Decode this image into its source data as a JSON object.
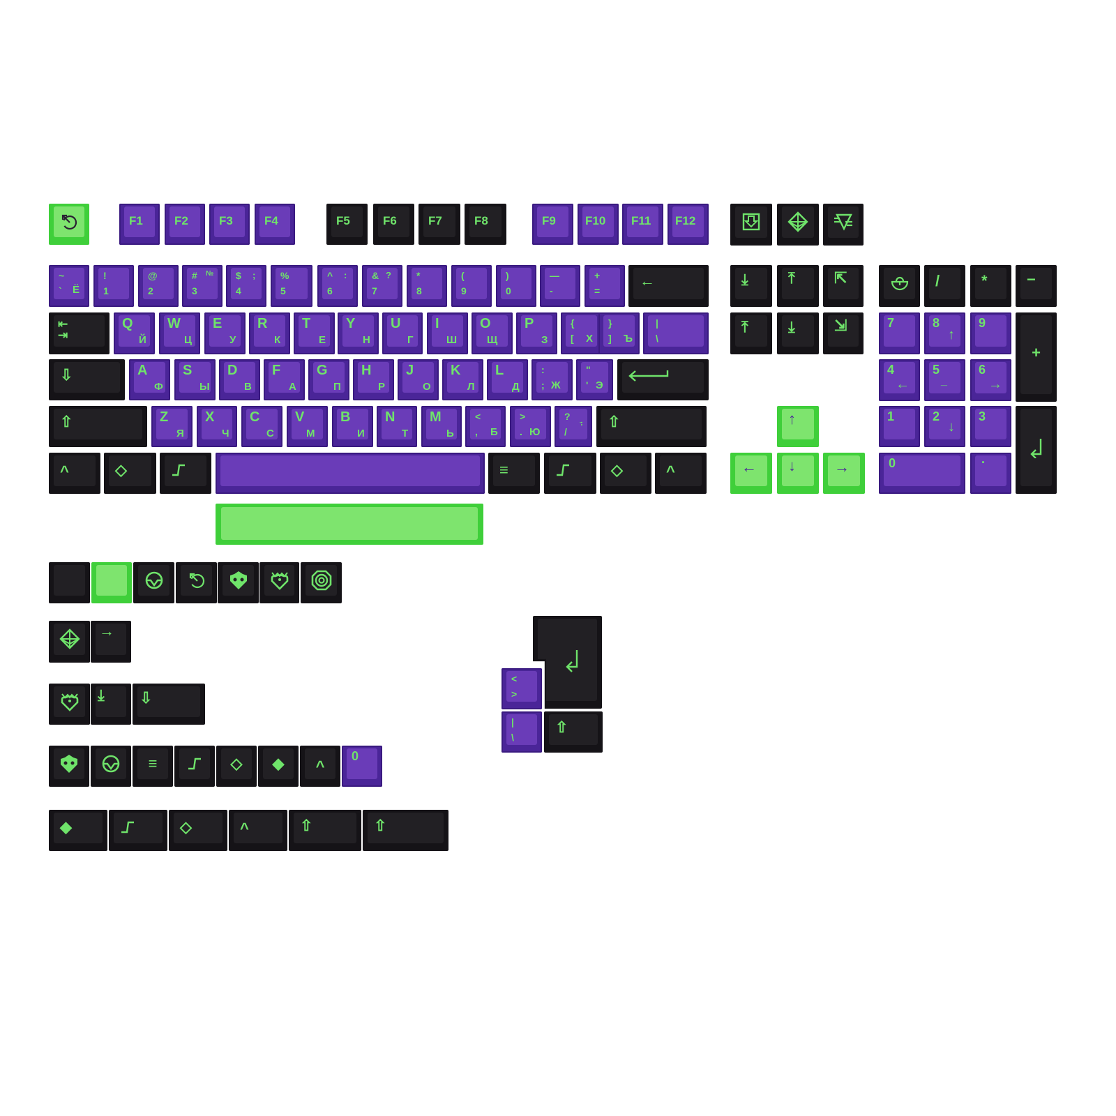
{
  "colors": {
    "purple_base": "#4a2598",
    "purple_top": "#6a3cb8",
    "black_base": "#151317",
    "black_top": "#222024",
    "green_base": "#3fcf3a",
    "green_top": "#7ee46e",
    "legend_green": "#6fe36a",
    "background": "#ffffff"
  },
  "function_row": {
    "esc": {
      "icon": "clock-arrow-icon"
    },
    "f_keys": [
      "F1",
      "F2",
      "F3",
      "F4",
      "F5",
      "F6",
      "F7",
      "F8",
      "F9",
      "F10",
      "F11",
      "F12"
    ],
    "nav_icons": [
      "print-screen-download-icon",
      "octahedron-icon",
      "pause-triangle-icon"
    ]
  },
  "number_row": [
    {
      "tl": "~",
      "tr": "",
      "bl": "`",
      "br": "Ё"
    },
    {
      "tl": "!",
      "tr": "",
      "bl": "1",
      "br": ""
    },
    {
      "tl": "@",
      "tr": "",
      "bl": "2",
      "br": ""
    },
    {
      "tl": "#",
      "tr": "№",
      "bl": "3",
      "br": ""
    },
    {
      "tl": "$",
      "tr": ";",
      "bl": "4",
      "br": ""
    },
    {
      "tl": "%",
      "tr": "",
      "bl": "5",
      "br": ""
    },
    {
      "tl": "^",
      "tr": ":",
      "bl": "6",
      "br": ""
    },
    {
      "tl": "&",
      "tr": "?",
      "bl": "7",
      "br": ""
    },
    {
      "tl": "*",
      "tr": "",
      "bl": "8",
      "br": ""
    },
    {
      "tl": "(",
      "tr": "",
      "bl": "9",
      "br": ""
    },
    {
      "tl": ")",
      "tr": "",
      "bl": "0",
      "br": ""
    },
    {
      "tl": "—",
      "tr": "",
      "bl": "-",
      "br": ""
    },
    {
      "tl": "+",
      "tr": "",
      "bl": "=",
      "br": ""
    }
  ],
  "backspace": {
    "icon": "←"
  },
  "tab": {
    "icon_top": "⇤",
    "icon_bottom": "⇥"
  },
  "qwerty_row": [
    {
      "latin": "Q",
      "cyr": "Й"
    },
    {
      "latin": "W",
      "cyr": "Ц"
    },
    {
      "latin": "E",
      "cyr": "У"
    },
    {
      "latin": "R",
      "cyr": "К"
    },
    {
      "latin": "T",
      "cyr": "Е"
    },
    {
      "latin": "Y",
      "cyr": "Н"
    },
    {
      "latin": "U",
      "cyr": "Г"
    },
    {
      "latin": "I",
      "cyr": "Ш"
    },
    {
      "latin": "O",
      "cyr": "Щ"
    },
    {
      "latin": "P",
      "cyr": "З"
    },
    {
      "latin": "{",
      "sub": "[",
      "cyr": "Х"
    },
    {
      "latin": "}",
      "sub": "]",
      "cyr": "Ъ"
    },
    {
      "latin": "|",
      "sub": "\\",
      "cyr": ""
    }
  ],
  "caps": {
    "icon": "⇩"
  },
  "home_row": [
    {
      "latin": "A",
      "cyr": "Ф"
    },
    {
      "latin": "S",
      "cyr": "Ы"
    },
    {
      "latin": "D",
      "cyr": "В"
    },
    {
      "latin": "F",
      "cyr": "А"
    },
    {
      "latin": "G",
      "cyr": "П"
    },
    {
      "latin": "H",
      "cyr": "Р"
    },
    {
      "latin": "J",
      "cyr": "О"
    },
    {
      "latin": "K",
      "cyr": "Л"
    },
    {
      "latin": "L",
      "cyr": "Д"
    },
    {
      "latin": ":",
      "sub": ";",
      "cyr": "Ж"
    },
    {
      "latin": "\"",
      "sub": "'",
      "cyr": "Э"
    }
  ],
  "enter": {
    "icon": "⟵"
  },
  "shift_row": [
    {
      "latin": "Z",
      "cyr": "Я"
    },
    {
      "latin": "X",
      "cyr": "Ч"
    },
    {
      "latin": "C",
      "cyr": "С"
    },
    {
      "latin": "V",
      "cyr": "М"
    },
    {
      "latin": "B",
      "cyr": "И"
    },
    {
      "latin": "N",
      "cyr": "Т"
    },
    {
      "latin": "M",
      "cyr": "Ь"
    },
    {
      "latin": "<",
      "sub": ",",
      "cyr": "Б"
    },
    {
      "latin": ">",
      "sub": ".",
      "cyr": "Ю"
    },
    {
      "latin": "?",
      "sub": "/",
      "cyr": ",."
    }
  ],
  "shift": {
    "icon": "⇧"
  },
  "bottom_row": {
    "left": [
      "^",
      "◇",
      "⎍"
    ],
    "right": [
      "≡",
      "⎍",
      "◇",
      "^"
    ]
  },
  "nav_cluster": {
    "row1": [
      "⤓",
      "⤒",
      "⇱"
    ],
    "row2": [
      "⤒",
      "⤓",
      "⇲"
    ]
  },
  "arrows": {
    "up": "↑",
    "left": "←",
    "down": "↓",
    "right": "→"
  },
  "numpad": {
    "row1": [
      "lock-bowl-icon",
      "/",
      "*",
      "−"
    ],
    "keys": [
      {
        "num": "7",
        "sub": ""
      },
      {
        "num": "8",
        "sub": "↑"
      },
      {
        "num": "9",
        "sub": ""
      },
      {
        "num": "4",
        "sub": "←"
      },
      {
        "num": "5",
        "sub": "_"
      },
      {
        "num": "6",
        "sub": "→"
      },
      {
        "num": "1",
        "sub": ""
      },
      {
        "num": "2",
        "sub": "↓"
      },
      {
        "num": "3",
        "sub": ""
      },
      {
        "num": "0",
        "sub": ""
      },
      {
        "num": ".",
        "sub": ""
      }
    ],
    "plus": "+",
    "enter": "↲"
  },
  "extras": {
    "row_icons": [
      "blank",
      "blank-green",
      "v-circle-icon",
      "clock-arrow-icon",
      "alien-head-icon",
      "crown-heart-icon",
      "octagon-target-icon"
    ],
    "row2": [
      "octahedron-icon",
      "→"
    ],
    "row3": [
      "crown-heart-icon",
      "⤓",
      "⇩",
      ""
    ],
    "row4": [
      "alien-head-icon",
      "v-circle-icon",
      "≡",
      "⎍",
      "◇",
      "◆",
      "^",
      "0"
    ],
    "row5": [
      "◆",
      "⎍",
      "◇",
      "^",
      "⇧",
      "⇧"
    ],
    "iso_enter": "↲",
    "iso_keys": [
      {
        "tl": "<",
        "bl": ">"
      },
      {
        "tl": "|",
        "bl": "\\"
      }
    ],
    "iso_shift": "⇧"
  }
}
